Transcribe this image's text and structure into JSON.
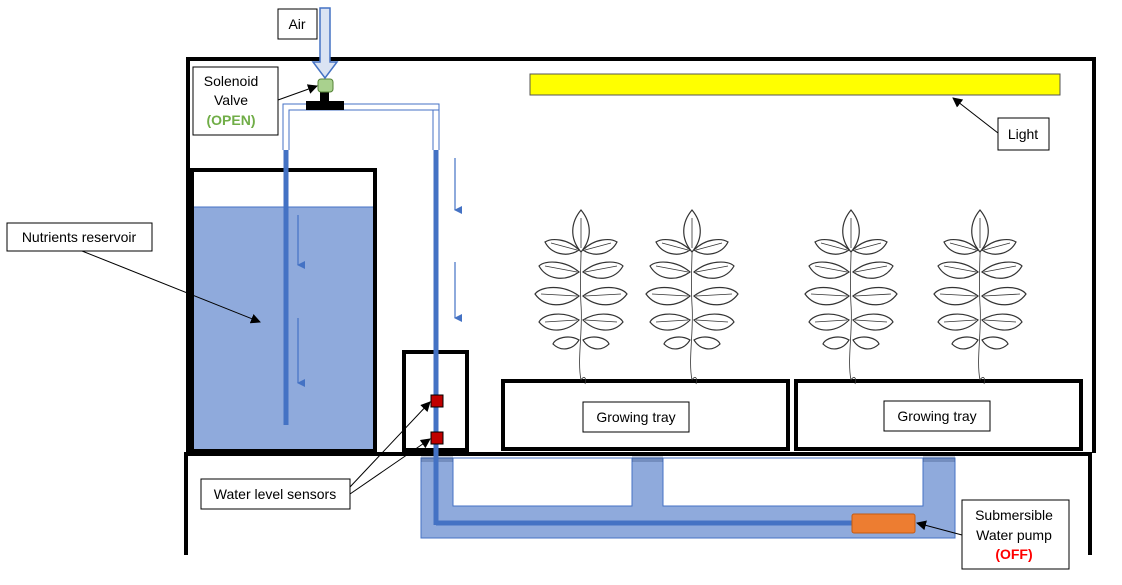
{
  "labels": {
    "air": "Air",
    "solenoid_line1": "Solenoid",
    "solenoid_line2": "Valve",
    "solenoid_state": "(OPEN)",
    "light": "Light",
    "nutrients_reservoir": "Nutrients reservoir",
    "growing_tray_1": "Growing tray",
    "growing_tray_2": "Growing tray",
    "water_level_sensors": "Water level sensors",
    "pump_line1": "Submersible",
    "pump_line2": "Water pump",
    "pump_state": "(OFF)"
  },
  "colors": {
    "water": "#8faadc",
    "pipe": "#4472c4",
    "light": "#ffff00",
    "valve": "#a9d18e",
    "sensor": "#c00000",
    "pump": "#ed7d31",
    "open_state": "#70ad47",
    "off_state": "#ff0000"
  }
}
